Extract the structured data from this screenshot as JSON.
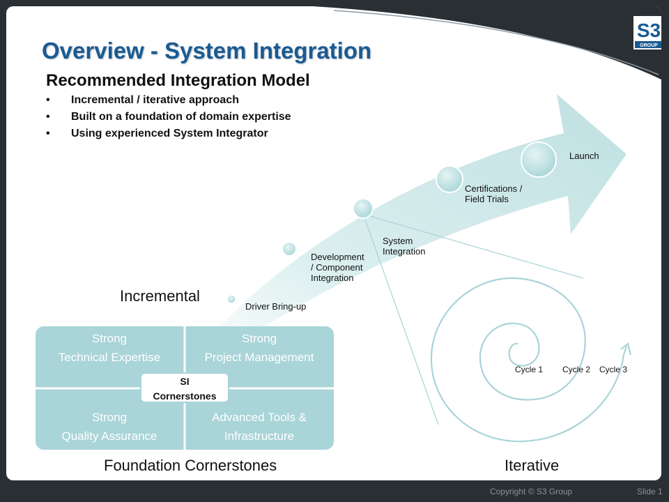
{
  "slide": {
    "title": "Overview - System Integration",
    "subtitle": "Recommended Integration Model",
    "bullets": [
      "Incremental / iterative approach",
      "Built on a foundation of domain expertise",
      "Using experienced System Integrator"
    ]
  },
  "stages": [
    "Driver Bring-up",
    "Development\n/ Component\nIntegration",
    "System\nIntegration",
    "Certifications /\nField Trials",
    "Launch"
  ],
  "labels": {
    "incremental": "Incremental",
    "iterative": "Iterative",
    "foundation": "Foundation Cornerstones"
  },
  "cornerstones": {
    "top_left": "Strong\nTechnical Expertise",
    "top_right": "Strong\nProject Management",
    "bottom_left": "Strong\nQuality Assurance",
    "bottom_right": "Advanced Tools &\nInfrastructure",
    "center": "SI\nCornerstones"
  },
  "cycles": [
    "Cycle 1",
    "Cycle 2",
    "Cycle 3"
  ],
  "logo": {
    "text": "S3",
    "subtext": "GROUP"
  },
  "footer": {
    "copyright": "Copyright © S3 Group",
    "slide": "Slide 1"
  },
  "colors": {
    "title": "#1a5a92",
    "teal_fill": "#a9d4d8",
    "teal_dark": "#2a7a8a",
    "background": "#2a2f33"
  }
}
